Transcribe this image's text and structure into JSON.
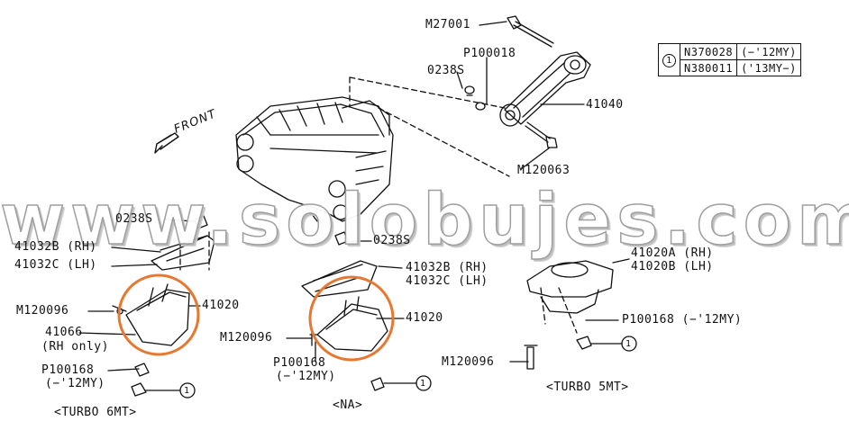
{
  "legend": {
    "ref_symbol": "1",
    "rows": [
      {
        "part": "N370028",
        "years": "(−'12MY)"
      },
      {
        "part": "N380011",
        "years": "('13MY−)"
      }
    ]
  },
  "front_label": "FRONT",
  "watermark": "www.solobujes.com",
  "labels": {
    "m27001": "M27001",
    "p100018": "P100018",
    "c0238s_top": "0238S",
    "p41040": "41040",
    "m120063": "M120063",
    "c0238s_left": "0238S",
    "p41032b_rh_left": "41032B (RH)",
    "p41032c_lh_left": "41032C (LH)",
    "m120096_left": "M120096",
    "p41020_left": "41020",
    "p41066": "41066",
    "rh_only": "(RH only)",
    "p100168_left": "P100168",
    "p100168_left_years": "(−'12MY)",
    "ref1_left": "1",
    "turbo6mt": "<TURBO 6MT>",
    "c0238s_mid": "0238S",
    "p41032b_rh_mid": "41032B (RH)",
    "p41032c_lh_mid": "41032C (LH)",
    "p41020_mid": "41020",
    "m120096_mid": "M120096",
    "p100168_mid": "P100168",
    "p100168_mid_years": "(−'12MY)",
    "ref1_mid": "1",
    "na": "<NA>",
    "p41020a_rh": "41020A (RH)",
    "p41020b_lh": "41020B (LH)",
    "p100168_right": "P100168 (−'12MY)",
    "m120096_right": "M120096",
    "ref1_right": "1",
    "turbo5mt": "<TURBO 5MT>"
  },
  "colors": {
    "highlight": "#e87830",
    "line": "#111111",
    "watermark_stroke": "#9a9a9a"
  }
}
